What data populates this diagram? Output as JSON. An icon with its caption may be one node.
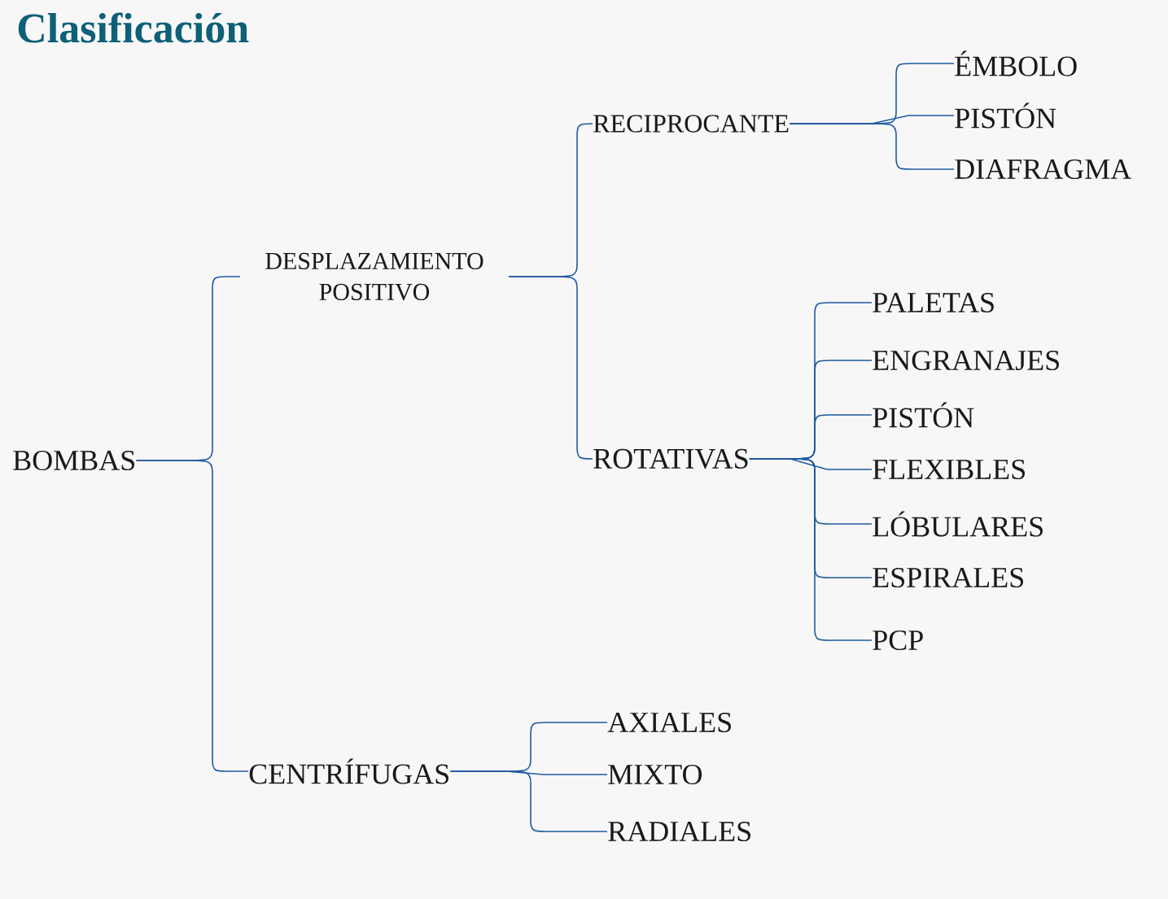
{
  "diagram": {
    "title": "Clasificación",
    "nodes": [
      {
        "text": [
          "BOMBAS"
        ]
      },
      {
        "text": [
          "DESPLAZAMIENTO POSITIVO"
        ]
      },
      {
        "text": [
          "CENTRÍFUGAS"
        ]
      },
      {
        "text": [
          "RECIPROCANTE"
        ]
      },
      {
        "text": [
          "ROTATIVAS"
        ]
      },
      {
        "text": [
          "ÉMBOLO"
        ]
      },
      {
        "text": [
          "PISTÓN"
        ]
      },
      {
        "text": [
          "DIAFRAGMA"
        ]
      },
      {
        "text": [
          "PALETAS"
        ]
      },
      {
        "text": [
          "ENGRANAJES"
        ]
      },
      {
        "text": [
          "PISTÓN"
        ]
      },
      {
        "text": [
          "FLEXIBLES"
        ]
      },
      {
        "text": [
          "LÓBULARES"
        ]
      },
      {
        "text": [
          "ESPIRALES"
        ]
      },
      {
        "text": [
          "PCP"
        ]
      },
      {
        "text": [
          "AXIALES"
        ]
      },
      {
        "text": [
          "MIXTO"
        ]
      },
      {
        "text": [
          "RADIALES"
        ]
      }
    ],
    "edges": [
      {
        "from": 0,
        "to": 1,
        "arrow": "none"
      },
      {
        "from": 0,
        "to": 2,
        "arrow": "none"
      },
      {
        "from": 1,
        "to": 3,
        "arrow": "none"
      },
      {
        "from": 1,
        "to": 4,
        "arrow": "none"
      },
      {
        "from": 3,
        "to": 5,
        "arrow": "none"
      },
      {
        "from": 3,
        "to": 6,
        "arrow": "none"
      },
      {
        "from": 3,
        "to": 7,
        "arrow": "none"
      },
      {
        "from": 4,
        "to": 8,
        "arrow": "none"
      },
      {
        "from": 4,
        "to": 9,
        "arrow": "none"
      },
      {
        "from": 4,
        "to": 10,
        "arrow": "none"
      },
      {
        "from": 4,
        "to": 11,
        "arrow": "none"
      },
      {
        "from": 4,
        "to": 12,
        "arrow": "none"
      },
      {
        "from": 4,
        "to": 13,
        "arrow": "none"
      },
      {
        "from": 4,
        "to": 14,
        "arrow": "none"
      },
      {
        "from": 2,
        "to": 15,
        "arrow": "none"
      },
      {
        "from": 2,
        "to": 16,
        "arrow": "none"
      },
      {
        "from": 2,
        "to": 17,
        "arrow": "none"
      }
    ]
  }
}
